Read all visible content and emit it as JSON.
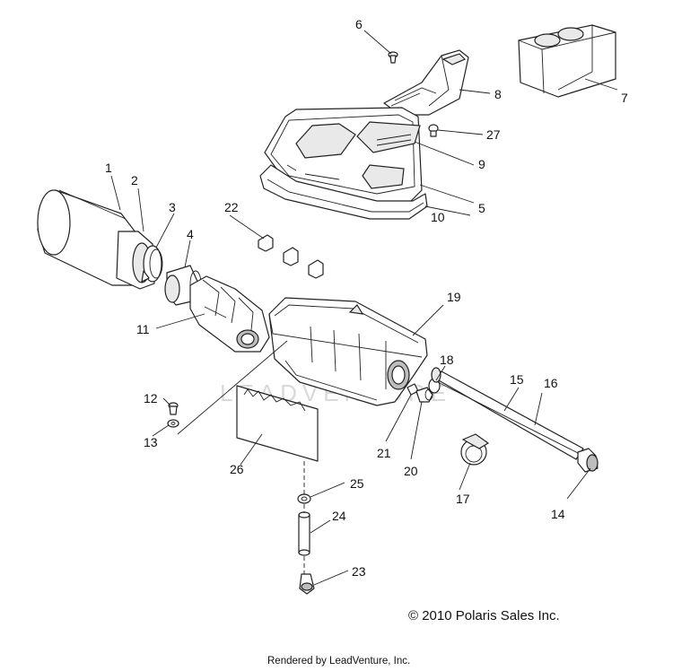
{
  "callouts": {
    "c1": "1",
    "c2": "2",
    "c3": "3",
    "c4": "4",
    "c5": "5",
    "c6": "6",
    "c7": "7",
    "c8": "8",
    "c9": "9",
    "c10": "10",
    "c11": "11",
    "c12": "12",
    "c13": "13",
    "c14": "14",
    "c15": "15",
    "c16": "16",
    "c17": "17",
    "c18": "18",
    "c19": "19",
    "c20": "20",
    "c21": "21",
    "c22": "22",
    "c23": "23",
    "c24": "24",
    "c25": "25",
    "c26": "26",
    "c27": "27"
  },
  "copyright": "© 2010 Polaris Sales Inc.",
  "footer": "Rendered by LeadVenture, Inc.",
  "watermark": "LEADVENTURE"
}
